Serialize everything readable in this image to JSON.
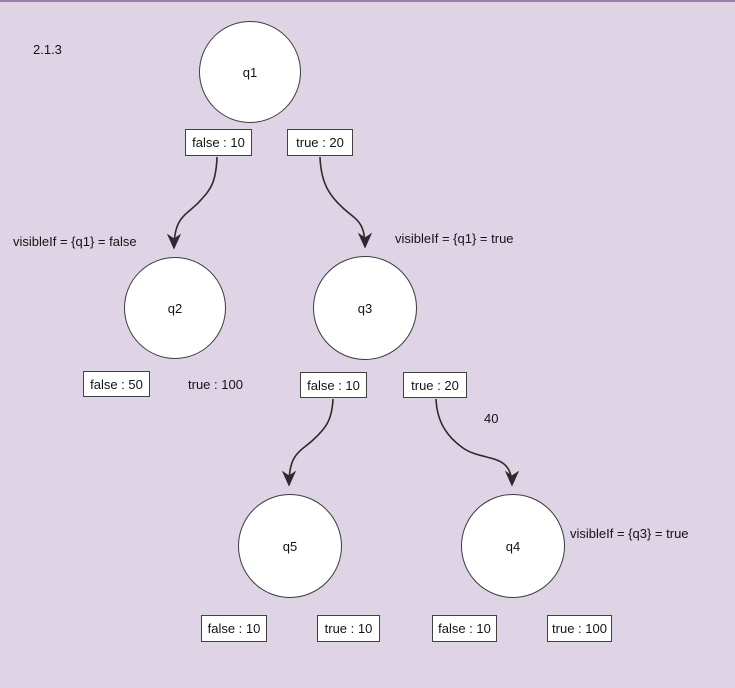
{
  "app": {
    "version_label": "2.1.3"
  },
  "colors": {
    "background": "#ded4e5",
    "top_bar": "#9b7eae",
    "node_fill": "#ffffff",
    "stroke": "#3c3c3c",
    "text": "#141414"
  },
  "tree": {
    "q1": {
      "label": "q1",
      "false_branch": "false : 10",
      "true_branch": "true : 20"
    },
    "q2": {
      "label": "q2",
      "visible_if": "visibleIf = {q1} = false",
      "false_branch": "false : 50",
      "true_branch": "true : 100"
    },
    "q3": {
      "label": "q3",
      "visible_if": "visibleIf = {q1} = true",
      "false_branch": "false : 10",
      "true_branch": "true : 20",
      "true_edge_weight": "40"
    },
    "q5": {
      "label": "q5",
      "false_branch": "false : 10",
      "true_branch": "true : 10"
    },
    "q4": {
      "label": "q4",
      "visible_if": "visibleIf = {q3} = true",
      "false_branch": "false : 10",
      "true_branch": "true : 100"
    }
  }
}
